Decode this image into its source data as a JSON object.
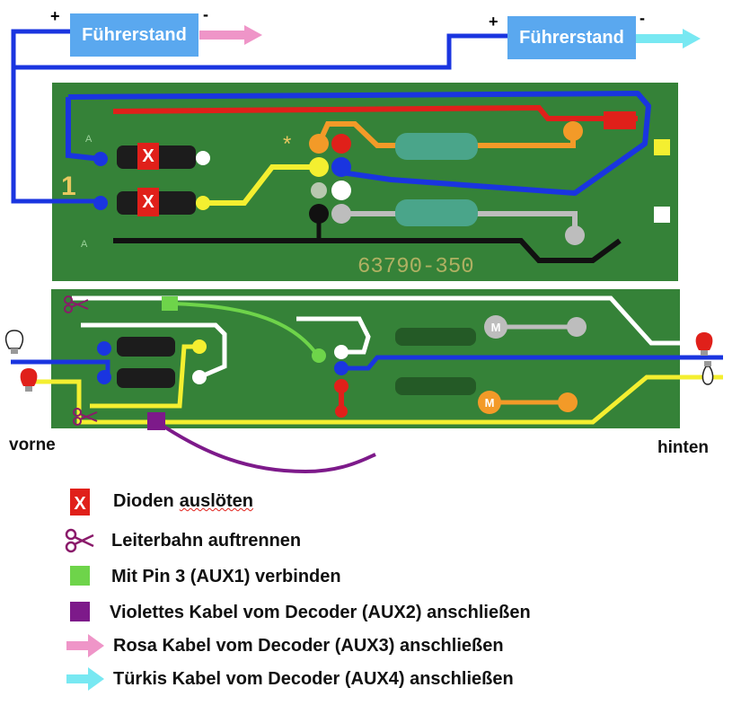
{
  "cabs": {
    "left": {
      "label": "Führerstand",
      "plus": "+",
      "minus": "-"
    },
    "right": {
      "label": "Führerstand",
      "plus": "+",
      "minus": "-"
    }
  },
  "board_top": {
    "part_number": "63790-350",
    "marker_1": "1",
    "marker_a": "A",
    "diode_mark": "X",
    "asterisk": "*"
  },
  "board_bottom": {
    "motor_mark": "M"
  },
  "ends": {
    "front": "vorne",
    "rear": "hinten"
  },
  "legend": {
    "diodes_word": "Dioden",
    "diodes_rest": "auslöten",
    "diode_icon_mark": "X",
    "cut": "Leiterbahn auftrennen",
    "green": "Mit Pin 3 (AUX1) verbinden",
    "violet": "Violettes Kabel vom Decoder (AUX2) anschließen",
    "pink": "Rosa Kabel vom Decoder (AUX3) anschließen",
    "cyan": "Türkis Kabel vom Decoder (AUX4) anschließen"
  },
  "colors": {
    "board": "#3a8a3c",
    "wire_blue": "#1a35e0",
    "wire_red": "#e0201a",
    "wire_yellow": "#f4ef30",
    "wire_black": "#111111",
    "wire_white": "#ffffff",
    "wire_grey": "#b4b4b4",
    "wire_orange": "#f39a28",
    "wire_green": "#6ed44a",
    "wire_violet": "#7d1a8a",
    "arrow_pink": "#ef95c8",
    "arrow_cyan": "#78e8f2",
    "cab_box": "#5aa8ef"
  },
  "icons": [
    "scissors-icon",
    "diode-x-icon",
    "motor-icon",
    "bulb-icon",
    "pink-arrow-icon",
    "cyan-arrow-icon"
  ]
}
